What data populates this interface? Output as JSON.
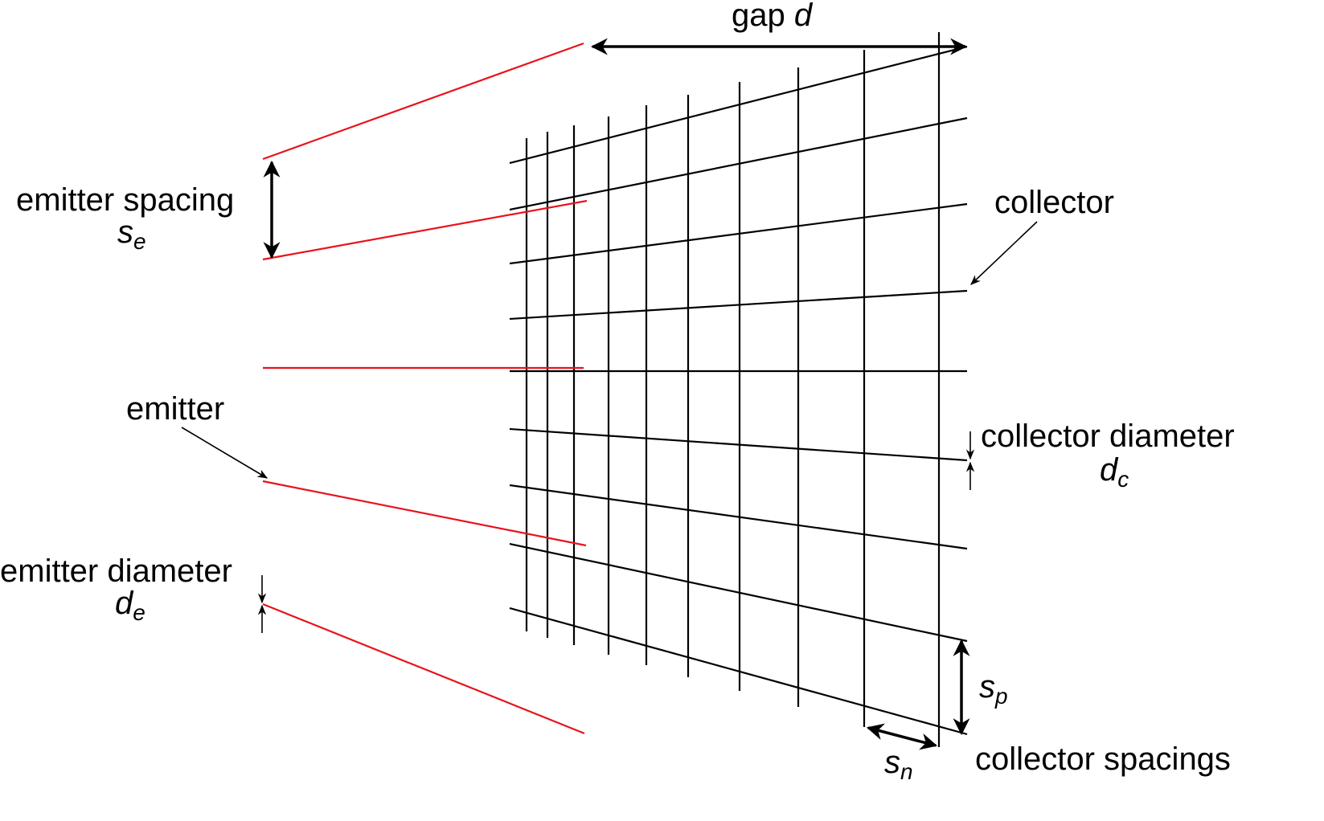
{
  "labels": {
    "gap": {
      "text": "gap ",
      "symbol": "d"
    },
    "emitter_spacing": {
      "text": "emitter spacing",
      "symbol": "s",
      "sub": "e"
    },
    "collector": {
      "text": "collector"
    },
    "emitter": {
      "text": "emitter"
    },
    "collector_diameter": {
      "text": "collector diameter",
      "symbol": "d",
      "sub": "c"
    },
    "emitter_diameter": {
      "text": "emitter diameter",
      "symbol": "d",
      "sub": "e"
    },
    "sp": {
      "symbol": "s",
      "sub": "p"
    },
    "sn": {
      "symbol": "s",
      "sub": "n"
    },
    "collector_spacings": {
      "text": "collector spacings"
    }
  },
  "colors": {
    "emitter": "#e8141b",
    "collector": "#000000"
  }
}
